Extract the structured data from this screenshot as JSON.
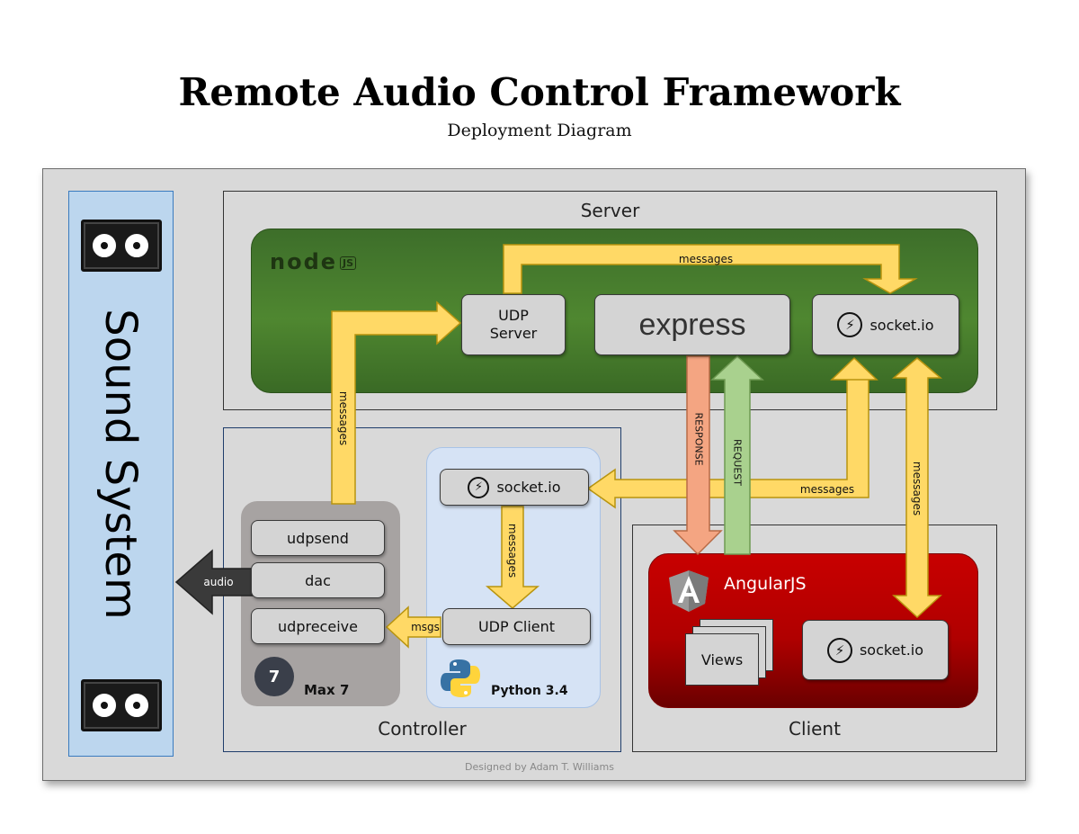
{
  "header": {
    "title": "Remote Audio Control Framework",
    "subtitle": "Deployment Diagram"
  },
  "sound_system": {
    "label": "Sound System"
  },
  "server": {
    "label": "Server",
    "node_logo": "node",
    "components": {
      "udp_server": "UDP\nServer",
      "express": "express",
      "socket_io": "socket.io"
    }
  },
  "controller": {
    "label": "Controller",
    "max": {
      "name": "Max 7",
      "components": {
        "udpsend": "udpsend",
        "dac": "dac",
        "udpreceive": "udpreceive"
      }
    },
    "python": {
      "name": "Python 3.4",
      "components": {
        "socket_io": "socket.io",
        "udp_client": "UDP Client"
      }
    }
  },
  "client": {
    "label": "Client",
    "angular": {
      "name": "AngularJS",
      "components": {
        "views": "Views",
        "socket_io": "socket.io"
      }
    }
  },
  "arrows": {
    "server_udp_to_socket": "messages",
    "max_to_udp_server": "messages",
    "socket_to_python": "messages",
    "python_internal": "messages",
    "client_socket": "messages",
    "msgs": "msgs",
    "audio": "audio",
    "response": "RESPONSE",
    "request": "REQUEST"
  },
  "footer": {
    "credit": "Designed by Adam T. Williams"
  },
  "colors": {
    "arrow_yellow": "#ffd966",
    "arrow_yellow_border": "#b8940f",
    "response_orange": "#f4a582",
    "request_green": "#a9d18e",
    "node_green": "#4f8730",
    "angular_red": "#c00000",
    "audio_dark": "#3a3a3a"
  }
}
